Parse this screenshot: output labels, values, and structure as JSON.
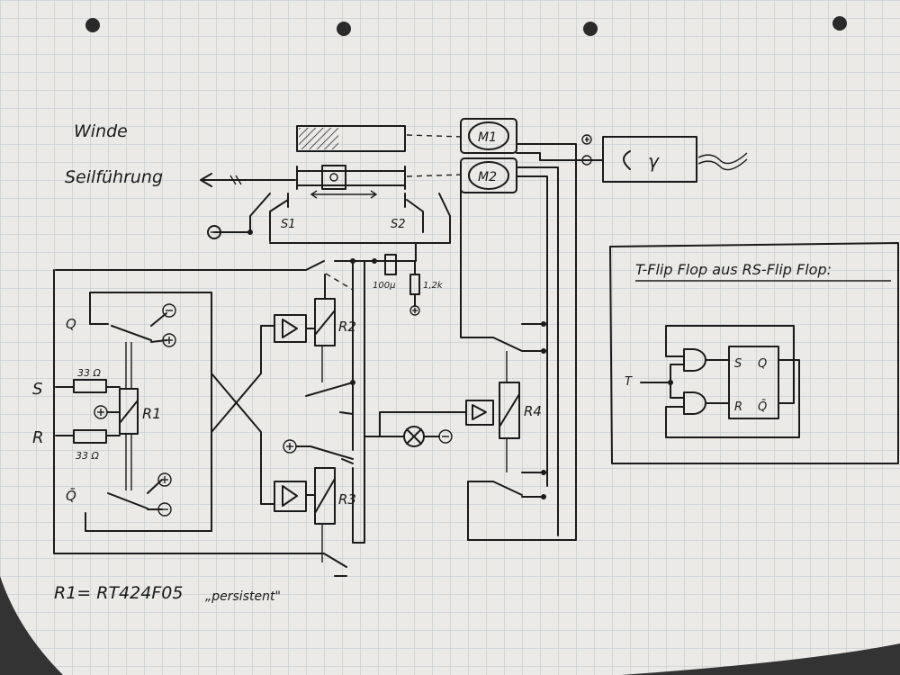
{
  "labels": {
    "winde": "Winde",
    "seilfuehrung": "Seilführung",
    "s1": "S1",
    "s2": "S2",
    "m1": "M1",
    "m2": "M2",
    "gamma": "γ",
    "cap": "100µ",
    "res_12k": "1,2k",
    "r1": "R1",
    "r2": "R2",
    "r3": "R3",
    "r4": "R4",
    "q": "Q",
    "q_bar": "Q̄",
    "s_in": "S",
    "r_in": "R",
    "res_33_top": "33 Ω",
    "res_33_bottom": "33 Ω",
    "part": "R1= RT424F05",
    "persistent": "„persistent\""
  },
  "inset": {
    "title": "T-Flip Flop aus   RS-Flip Flop:",
    "t": "T",
    "s": "S",
    "r": "R",
    "q": "Q",
    "q_bar": "Q̄"
  },
  "colors": {
    "paper": "#eceae6",
    "grid": "#b9c2cc",
    "ink": "#1a1a1a"
  }
}
